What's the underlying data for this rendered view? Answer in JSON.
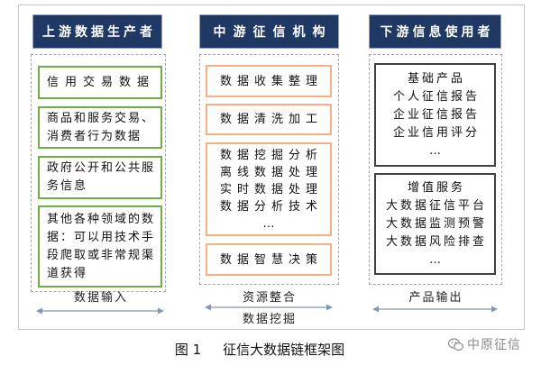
{
  "columns": [
    {
      "header": "上游数据生产者",
      "boxes": [
        {
          "lines": [
            "信用交易数据"
          ]
        },
        {
          "lines": [
            "商品和服务交易、",
            "消费者行为数据"
          ]
        },
        {
          "lines": [
            "政府公开和公共服",
            "务信息"
          ]
        },
        {
          "lines": [
            "其他各种领域的数",
            "据：可以用技术手",
            "段爬取或非常规渠",
            "道获得"
          ]
        }
      ],
      "footer": [
        "数据输入"
      ]
    },
    {
      "header": "中游征信机构",
      "boxes": [
        {
          "lines": [
            "数据收集整理"
          ]
        },
        {
          "lines": [
            "数据清洗加工"
          ]
        },
        {
          "lines": [
            "数据挖掘分析",
            "离线数据处理",
            "实时数据处理",
            "数据分析技术",
            "…"
          ]
        },
        {
          "lines": [
            "数据智慧决策"
          ]
        }
      ],
      "footer": [
        "资源整合",
        "数据挖掘"
      ]
    },
    {
      "header": "下游信息使用者",
      "boxes": [
        {
          "lines": [
            "基础产品",
            "个人征信报告",
            "企业征信报告",
            "企业信用评分",
            "…"
          ]
        },
        {
          "lines": [
            "增值服务",
            "大数据征信平台",
            "大数据监测预警",
            "大数据风险排查",
            "…"
          ]
        }
      ],
      "footer": [
        "产品输出"
      ]
    }
  ],
  "caption": {
    "figure_number": "图 1",
    "title": "征信大数据链框架图"
  },
  "watermark": {
    "text": "中原征信",
    "icon": "wechat-icon"
  },
  "colors": {
    "header_fill": "#1f3864",
    "upstream_border": "#70ad47",
    "midstream_border": "#f4b183",
    "downstream_border": "#404040",
    "arrow": "#8497b0"
  }
}
